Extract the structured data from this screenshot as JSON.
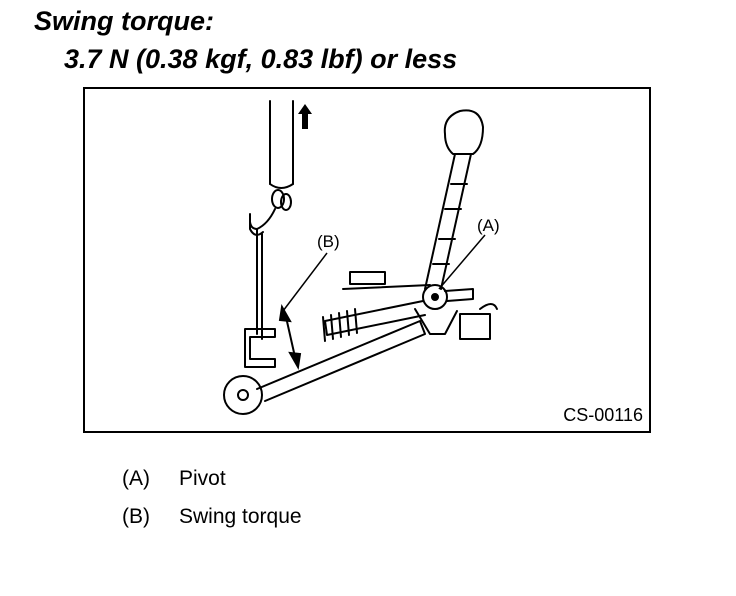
{
  "heading": "Swing torque:",
  "spec": "3.7 N (0.38 kgf, 0.83 lbf) or less",
  "figure": {
    "code": "CS-00116",
    "callout_a": "(A)",
    "callout_b": "(B)"
  },
  "legend": [
    {
      "key": "(A)",
      "text": "Pivot"
    },
    {
      "key": "(B)",
      "text": "Swing torque"
    }
  ]
}
